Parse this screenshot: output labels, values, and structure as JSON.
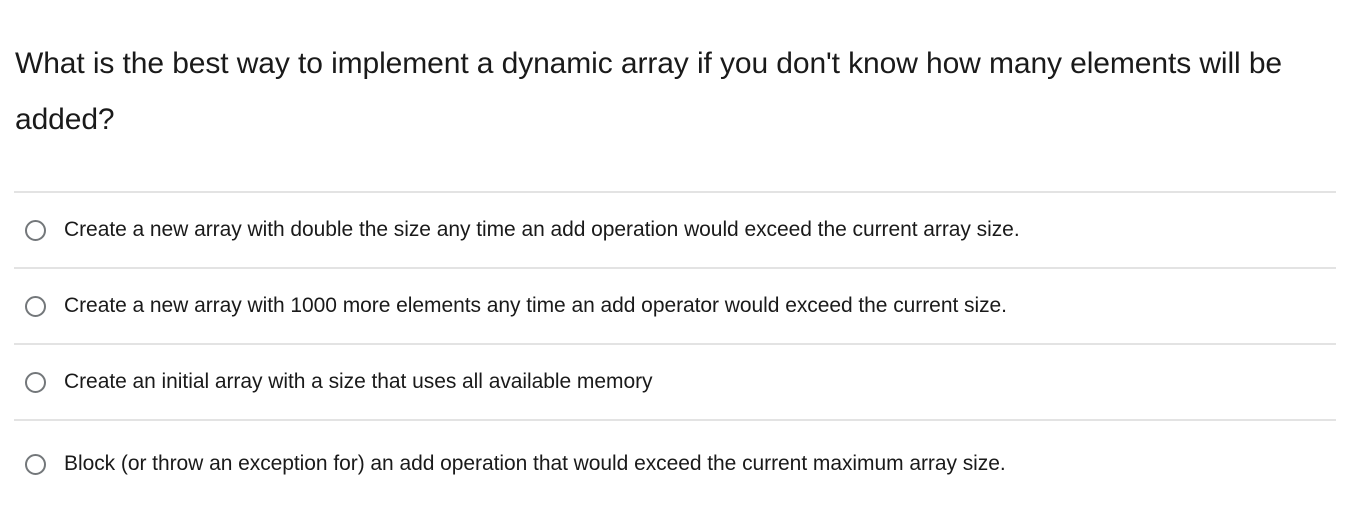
{
  "question": {
    "text": "What is the best way to implement a dynamic array if you don't know how many elements will be added?"
  },
  "answers": {
    "options": [
      {
        "label": "Create a new array with double the size any time an add operation would exceed the current array size.",
        "selected": false,
        "icon": "radio-unchecked-icon"
      },
      {
        "label": "Create a new array with 1000 more elements any time an add operator would exceed the current size.",
        "selected": false,
        "icon": "radio-unchecked-icon"
      },
      {
        "label": "Create an initial array with a size that uses all available memory",
        "selected": false,
        "icon": "radio-unchecked-icon"
      },
      {
        "label": "Block (or throw an exception for) an add operation that would exceed the current maximum array size.",
        "selected": false,
        "icon": "radio-unchecked-icon"
      }
    ]
  },
  "colors": {
    "background": "#ffffff",
    "text": "#1a1a1a",
    "divider": "#e3e3e3",
    "radio_border": "#73777a"
  }
}
